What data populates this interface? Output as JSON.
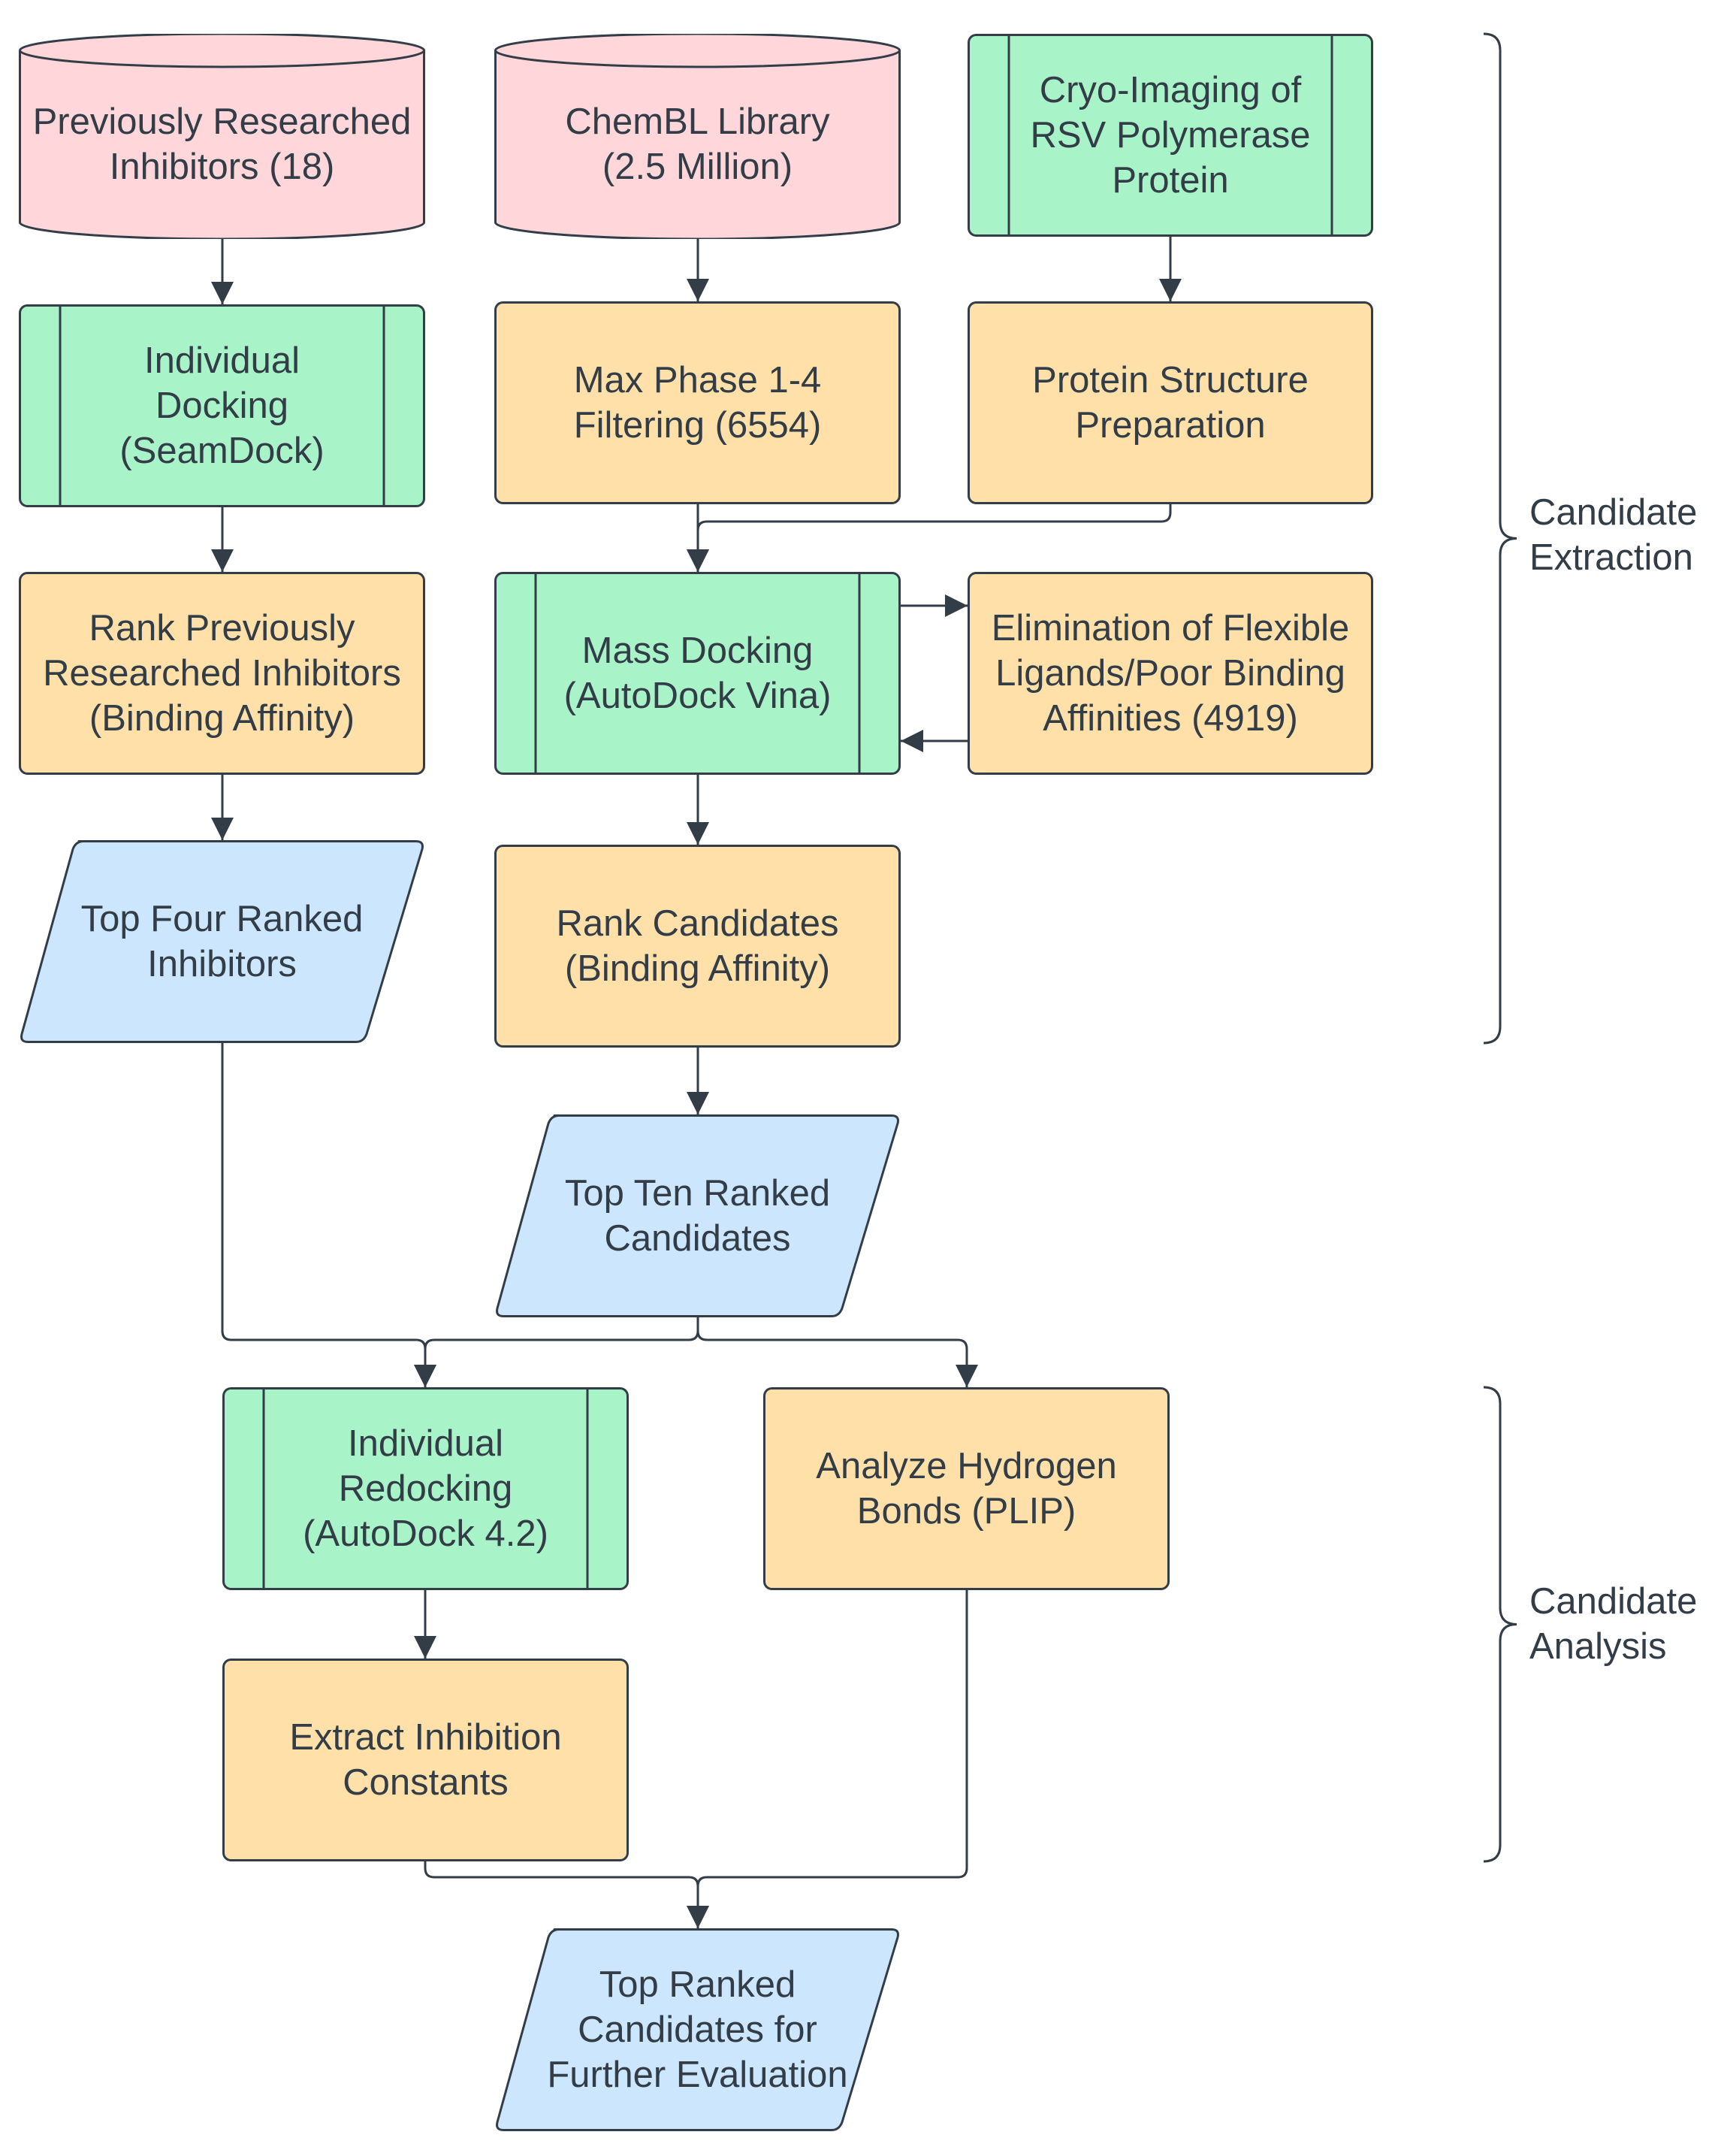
{
  "colors": {
    "database": "#ffd7da",
    "process": "#fee0a8",
    "subprocess": "#a9f3c9",
    "io": "#cbe6fd",
    "stroke": "#333d47",
    "edge": "#333d47",
    "background": "#ffffff"
  },
  "nodes": [
    {
      "id": "prev_inhibitors",
      "kind": "database",
      "label": "Previously Researched\nInhibitors (18)"
    },
    {
      "id": "chembl",
      "kind": "database",
      "label": "ChemBL Library\n(2.5 Million)"
    },
    {
      "id": "cryo",
      "kind": "subprocess",
      "label": "Cryo-Imaging of\nRSV Polymerase\nProtein"
    },
    {
      "id": "individual_docking",
      "kind": "subprocess",
      "label": "Individual\nDocking\n(SeamDock)"
    },
    {
      "id": "max_phase",
      "kind": "process",
      "label": "Max Phase 1-4\nFiltering (6554)"
    },
    {
      "id": "protein_prep",
      "kind": "process",
      "label": "Protein Structure\nPreparation"
    },
    {
      "id": "rank_prev",
      "kind": "process",
      "label": "Rank Previously\nResearched Inhibitors\n(Binding Affinity)"
    },
    {
      "id": "mass_docking",
      "kind": "subprocess",
      "label": "Mass Docking\n(AutoDock Vina)"
    },
    {
      "id": "elimination",
      "kind": "process",
      "label": "Elimination of Flexible\nLigands/Poor Binding\nAffinities (4919)"
    },
    {
      "id": "top_four",
      "kind": "io",
      "label": "Top Four Ranked\nInhibitors"
    },
    {
      "id": "rank_candidates",
      "kind": "process",
      "label": "Rank Candidates\n(Binding Affinity)"
    },
    {
      "id": "top_ten",
      "kind": "io",
      "label": "Top Ten Ranked\nCandidates"
    },
    {
      "id": "redocking",
      "kind": "subprocess",
      "label": "Individual\nRedocking\n(AutoDock 4.2)"
    },
    {
      "id": "hydrogen",
      "kind": "process",
      "label": "Analyze Hydrogen\nBonds (PLIP)"
    },
    {
      "id": "inhibition",
      "kind": "process",
      "label": "Extract Inhibition\nConstants"
    },
    {
      "id": "top_ranked",
      "kind": "io",
      "label": "Top Ranked\nCandidates for\nFurther Evaluation"
    }
  ],
  "edges": [
    {
      "from": "prev_inhibitors",
      "to": "individual_docking"
    },
    {
      "from": "chembl",
      "to": "max_phase"
    },
    {
      "from": "cryo",
      "to": "protein_prep"
    },
    {
      "from": "individual_docking",
      "to": "rank_prev"
    },
    {
      "from": "max_phase",
      "to": "mass_docking"
    },
    {
      "from": "protein_prep",
      "to": "mass_docking"
    },
    {
      "from": "rank_prev",
      "to": "top_four"
    },
    {
      "from": "mass_docking",
      "to": "elimination"
    },
    {
      "from": "elimination",
      "to": "mass_docking"
    },
    {
      "from": "mass_docking",
      "to": "rank_candidates"
    },
    {
      "from": "rank_candidates",
      "to": "top_ten"
    },
    {
      "from": "top_four",
      "to": "redocking"
    },
    {
      "from": "top_ten",
      "to": "redocking"
    },
    {
      "from": "top_ten",
      "to": "hydrogen"
    },
    {
      "from": "redocking",
      "to": "inhibition"
    },
    {
      "from": "inhibition",
      "to": "top_ranked"
    },
    {
      "from": "hydrogen",
      "to": "top_ranked"
    }
  ],
  "groups": [
    {
      "id": "extraction",
      "label": "Candidate\nExtraction"
    },
    {
      "id": "analysis",
      "label": "Candidate\nAnalysis"
    }
  ]
}
